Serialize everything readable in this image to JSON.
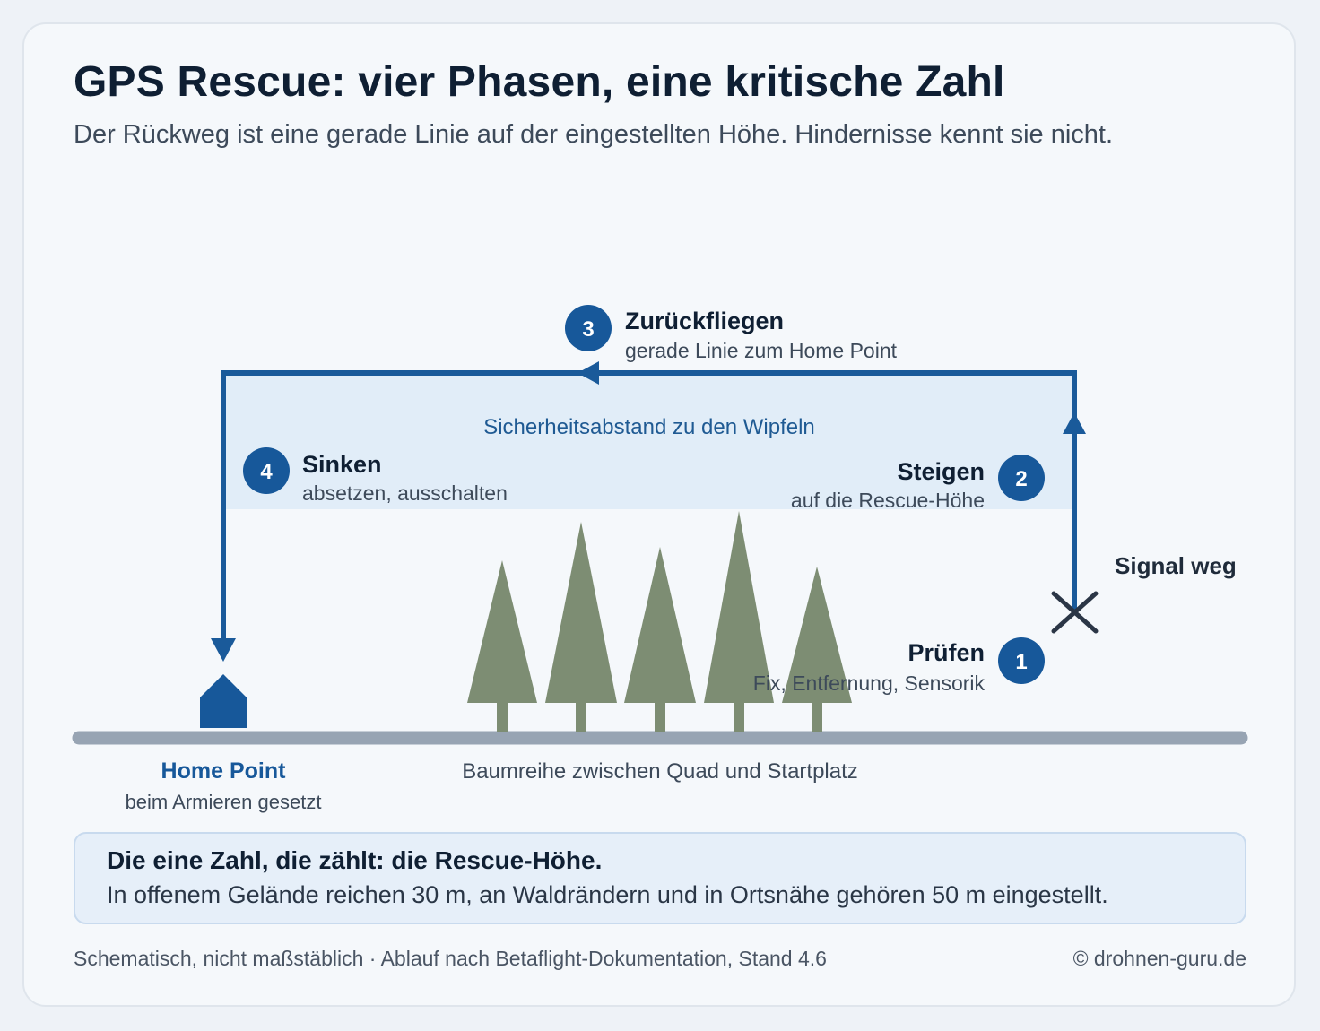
{
  "header": {
    "title": "GPS Rescue: vier Phasen, eine kritische Zahl",
    "subtitle": "Der Rückweg ist eine gerade Linie auf der eingestellten Höhe. Hindernisse kennt sie nicht."
  },
  "diagram": {
    "safety_zone_label": "Sicherheitsabstand zu den Wipfeln",
    "signal_lost_label": "Signal weg",
    "trees_label": "Baumreihe zwischen Quad und Startplatz",
    "home_point": {
      "label": "Home Point",
      "sublabel": "beim Armieren gesetzt"
    },
    "phases": [
      {
        "number": "1",
        "title": "Prüfen",
        "description": "Fix, Entfernung, Sensorik"
      },
      {
        "number": "2",
        "title": "Steigen",
        "description": "auf die Rescue-Höhe"
      },
      {
        "number": "3",
        "title": "Zurückfliegen",
        "description": "gerade Linie zum Home Point"
      },
      {
        "number": "4",
        "title": "Sinken",
        "description": "absetzen, ausschalten"
      }
    ]
  },
  "callout": {
    "heading": "Die eine Zahl, die zählt: die Rescue-Höhe.",
    "body": "In offenem Gelände reichen 30 m, an Waldrändern und in Ortsnähe gehören 50 m eingestellt."
  },
  "footer": {
    "source": "Schematisch, nicht maßstäblich · Ablauf nach Betaflight-Dokumentation, Stand 4.6",
    "copyright": "© drohnen-guru.de"
  },
  "colors": {
    "path_blue": "#1a5a9a",
    "badge_blue": "#17589a",
    "safety_zone": "#e1edf8",
    "tree_green": "#7d8d73",
    "ground_gray": "#97a4b3",
    "card_background": "#f5f8fb"
  }
}
